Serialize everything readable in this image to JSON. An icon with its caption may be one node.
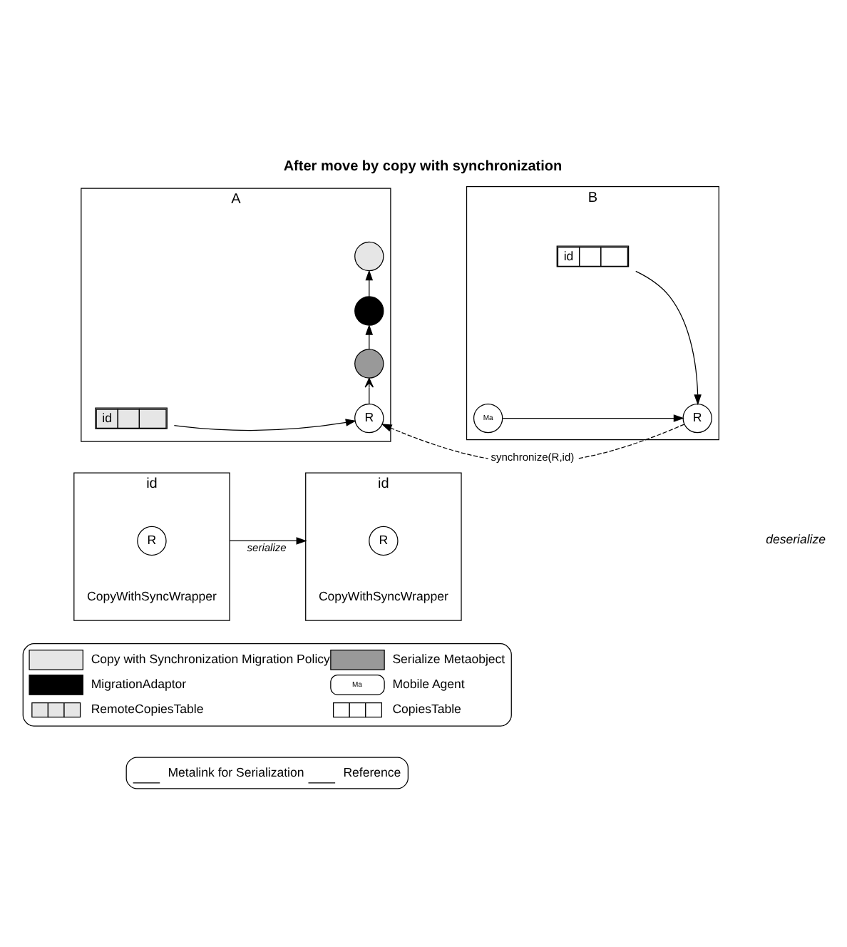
{
  "diagram": {
    "title": "After move by copy with synchronization",
    "nodes": [
      {
        "text": [
          "A"
        ]
      },
      {
        "text": [],
        "shape": "circle",
        "in": 0
      },
      {
        "text": [],
        "shape": "circle",
        "in": 0
      },
      {
        "text": [],
        "shape": "circle",
        "in": 0
      },
      {
        "text": [
          "R"
        ],
        "in": 0
      },
      {
        "text": [
          "id"
        ],
        "in": 0
      },
      {
        "text": [
          "B"
        ]
      },
      {
        "text": [
          "id"
        ],
        "in": 6
      },
      {
        "text": [
          "Ma"
        ],
        "in": 6
      },
      {
        "text": [
          "R"
        ],
        "in": 6
      },
      {
        "text": [
          "id"
        ],
        "beside": [
          "CopyWithSyncWrapper"
        ]
      },
      {
        "text": [
          "R"
        ],
        "in": 10
      },
      {
        "text": [
          "id"
        ],
        "beside": [
          "CopyWithSyncWrapper"
        ]
      },
      {
        "text": [
          "R"
        ],
        "in": 12
      }
    ],
    "edges": [
      {
        "from": 2,
        "to": 1,
        "arrow": "to"
      },
      {
        "from": 3,
        "to": 2,
        "arrow": "to"
      },
      {
        "from": 4,
        "to": 3,
        "arrow": "to"
      },
      {
        "from": 5,
        "to": 4,
        "arrow": "to"
      },
      {
        "from": 7,
        "to": 9,
        "arrow": "to"
      },
      {
        "from": 8,
        "to": 9,
        "arrow": "to"
      },
      {
        "from": 9,
        "to": 4,
        "arrow": "to",
        "label": "synchronize(R,id)",
        "style": "dashed"
      },
      {
        "from": 10,
        "to": 12,
        "arrow": "to",
        "label": "serialize"
      }
    ],
    "labels": [
      "deserialize",
      "Ma"
    ],
    "legend": [
      {
        "text": "Copy with Synchronization Migration Policy",
        "color": "#e6e6e6"
      },
      {
        "text": "Serialize Metaobject",
        "color": "#999999"
      },
      {
        "text": "MigrationAdaptor",
        "color": "#000000"
      },
      {
        "text": "Mobile Agent"
      },
      {
        "text": "RemoteCopiesTable"
      },
      {
        "text": "CopiesTable"
      },
      {
        "text": "Metalink for Serialization"
      },
      {
        "text": "Reference"
      }
    ]
  }
}
